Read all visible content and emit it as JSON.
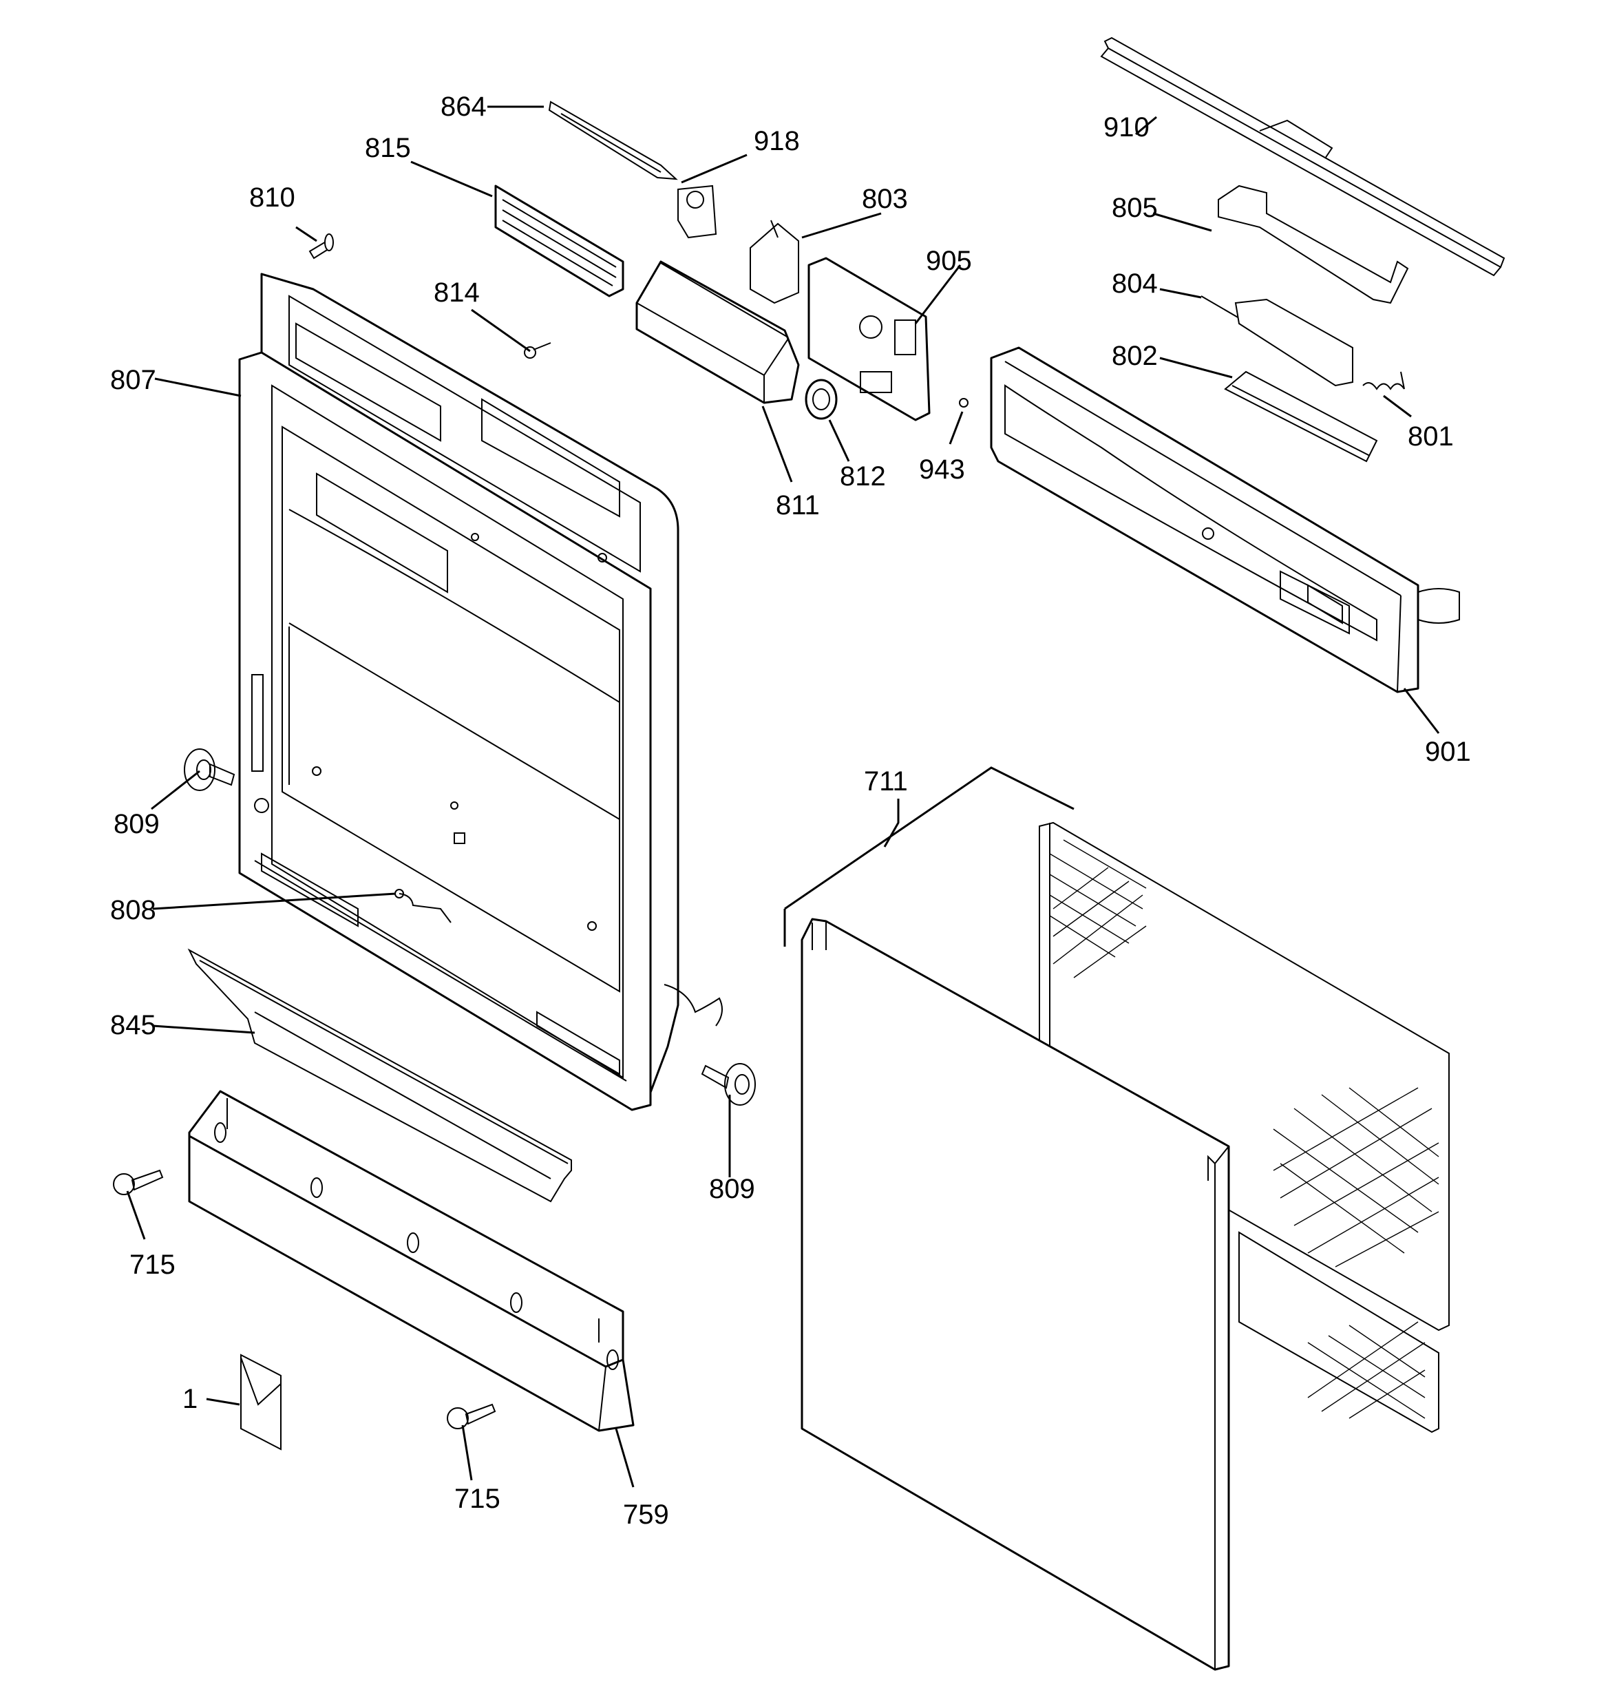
{
  "diagram": {
    "type": "exploded-parts-diagram",
    "callouts": {
      "c864": "864",
      "c918": "918",
      "c815": "815",
      "c810": "810",
      "c803": "803",
      "c910": "910",
      "c805": "805",
      "c905": "905",
      "c814": "814",
      "c804": "804",
      "c807": "807",
      "c802": "802",
      "c801": "801",
      "c943": "943",
      "c812": "812",
      "c811": "811",
      "c901": "901",
      "c711": "711",
      "c809a": "809",
      "c808": "808",
      "c845": "845",
      "c809b": "809",
      "c715a": "715",
      "c1": "1",
      "c715b": "715",
      "c759": "759"
    }
  }
}
